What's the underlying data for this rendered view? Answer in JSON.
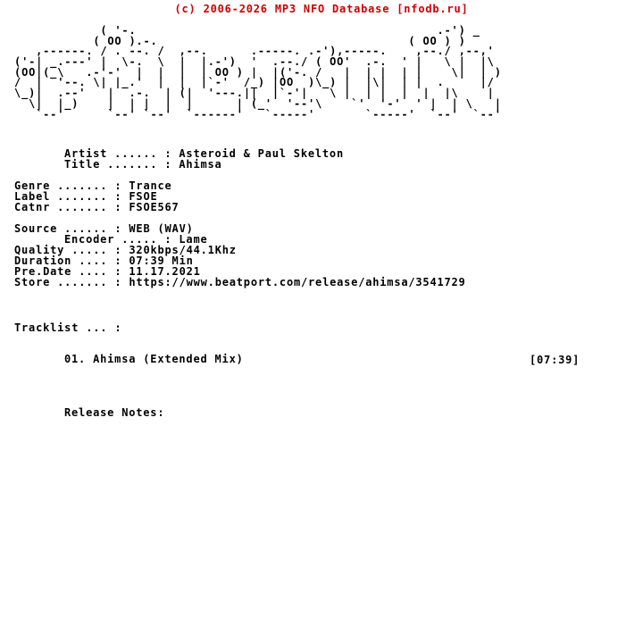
{
  "page": {
    "background_color": "#ffffff",
    "text_color": "#000000",
    "header_color": "#cc0000"
  },
  "header": {
    "text": "(c) 2006-2026 MP3 NFO Database [nfodb.ru]"
  },
  "ascii_art": {
    "group_name": "FALCON",
    "lines": [
      "              ( '-.                                          .-') _",
      "             ( OO ).-.                                   ( OO ) )",
      "     ,------. / . --. /  ,--.      .-----. .-'),-----.    ,--./ ,--,'",
      "  ('-| _.---' |  \\-.  \\  |  |.-')  '  .--./ ( OO'  .-.  ' |   \\ |  |\\",
      "  (OO|(_\\   .-'-'  |  |  |  | OO ) |  |('-. /   |  | |  | |    \\|  | )",
      "  /  |  '--. \\| |_.'  |  |  |`-'  /_) |OO  )\\_) |  |\\|  | |  .     |/",
      "  \\_)|  .--'   |  .-.  | (|  '---.||  |`-'|   \\ |  | |  |  |  |\\    |",
      "    \\|  |_)    |  | |  |  |      | (_'  '--'\\    `'  '-'  ' |  | \\   |",
      "     `--'      `--' `--'  `------'   `-----'       `-----'  `--'  `--'"
    ]
  },
  "release": {
    "artist": {
      "label": "Artist ...... : ",
      "value": "Asteroid & Paul Skelton"
    },
    "title": {
      "label": "Title ....... : ",
      "value": "Ahimsa"
    },
    "genre": {
      "label": "Genre ....... : ",
      "value": "Trance"
    },
    "rlabel": {
      "label": "Label ....... : ",
      "value": "FSOE"
    },
    "catnr": {
      "label": "Catnr ....... : ",
      "value": "FSOE567"
    },
    "source": {
      "label": "Source ...... : ",
      "value": "WEB (WAV)"
    },
    "encoder": {
      "label": "Encoder ..... : ",
      "value": "Lame"
    },
    "quality": {
      "label": "Quality ..... : ",
      "value": "320kbps/44.1Khz"
    },
    "duration": {
      "label": "Duration .... : ",
      "value": "07:39 Min"
    },
    "pre_date": {
      "label": "Pre.Date .... : ",
      "value": "11.17.2021"
    },
    "store": {
      "label": "Store ....... : ",
      "value": "https://www.beatport.com/release/ahimsa/3541729"
    }
  },
  "tracklist": {
    "label": "Tracklist ... :",
    "tracks": [
      {
        "line": "01. Ahimsa (Extended Mix)",
        "duration": "[07:39]"
      }
    ],
    "release_notes_label": "Release Notes:"
  }
}
